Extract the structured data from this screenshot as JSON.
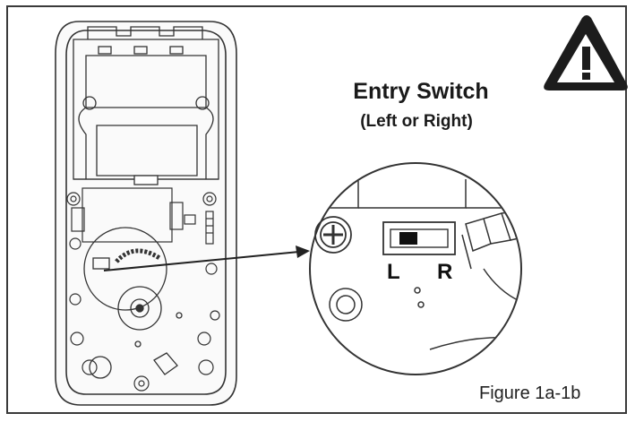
{
  "diagram": {
    "title": "Entry Switch",
    "subtitle": "(Left or Right)",
    "switch_left_label": "L",
    "switch_right_label": "R",
    "caption": "Figure 1a-1b",
    "icons": [
      "warning-triangle-icon",
      "phillips-screw-icon",
      "slide-switch-icon"
    ],
    "line_color": "#333333",
    "fill_color": "#ffffff"
  }
}
